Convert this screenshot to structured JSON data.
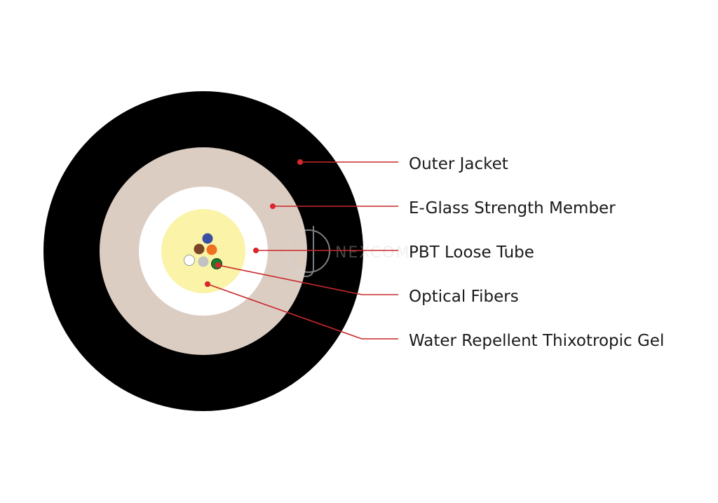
{
  "colors": {
    "outer_jacket": "#000000",
    "strength_member": "#dccdc3",
    "loose_tube": "#ffffff",
    "gel": "#faf3a8",
    "leader_line": "#c8282a",
    "label_text": "#1a1a1a"
  },
  "fiber_colors": [
    "#3a4fa3",
    "#7a4426",
    "#f0701e",
    "#ffffff",
    "#c2c2c2",
    "#1f7a2e"
  ],
  "watermark": {
    "text": "NEXCOM",
    "logo_icon": "nexcom-logo-icon"
  },
  "labels": {
    "outer_jacket": "Outer Jacket",
    "strength_member": "E-Glass Strength Member",
    "loose_tube": "PBT Loose Tube",
    "optical_fibers": "Optical Fibers",
    "gel": "Water Repellent Thixotropic Gel"
  }
}
